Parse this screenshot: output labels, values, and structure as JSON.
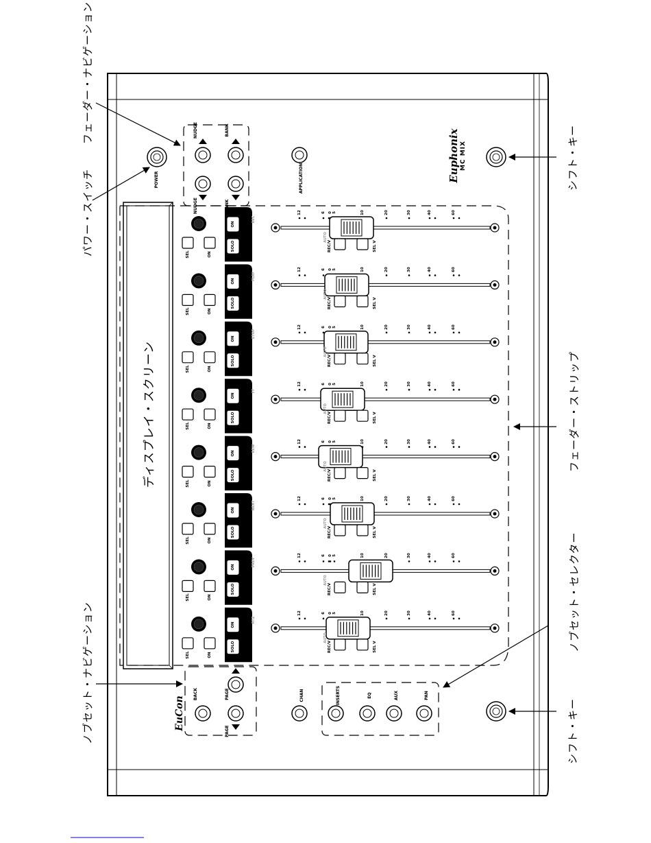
{
  "callouts": {
    "fader_nav": "フェーダー・ナビゲーション",
    "power_switch": "パワー・スイッチ",
    "shift_key_top": "シフト・キー",
    "fader_strip": "フェーダー・ストリップ",
    "knobset_selector": "ノブセット・セレクター",
    "shift_key_bottom": "シフト・キー",
    "knobset_nav": "ノブセット・ナビゲーション",
    "display_screen": "ディスプレイ・スクリーン"
  },
  "device": {
    "brand": "Euphonix",
    "model": "MC MIX",
    "power_label": "POWER",
    "application_label": "APPLICATION",
    "eucon_logo": "EuCon",
    "back_label": "BACK",
    "page_left_label": "PAGE",
    "page_right_label": "PAGE",
    "nudge_left_label": "NUDGE",
    "nudge_right_label": "NUDGE",
    "bank_left_label": "BANK",
    "bank_right_label": "BANK",
    "chan_label": "CHAN",
    "inserts_label": "INSERTS",
    "eq_label": "EQ",
    "aux_label": "AUX",
    "pan_label": "PAN"
  },
  "channel": {
    "on_label": "ON",
    "solo_label": "SOLO",
    "sel_label": "SEL",
    "small_on_label": "ON",
    "recv_label": "REC/V",
    "selv_label": "SEL V",
    "auto_label": "AUTO"
  },
  "transport_labels": [
    "REC",
    "PLAY",
    "STOP",
    "FF",
    "REW",
    "NEXT",
    "PREV",
    "RTZ"
  ],
  "fader_scale": [
    "12",
    "6",
    "0",
    "5",
    "10",
    "20",
    "30",
    "40",
    "60"
  ]
}
